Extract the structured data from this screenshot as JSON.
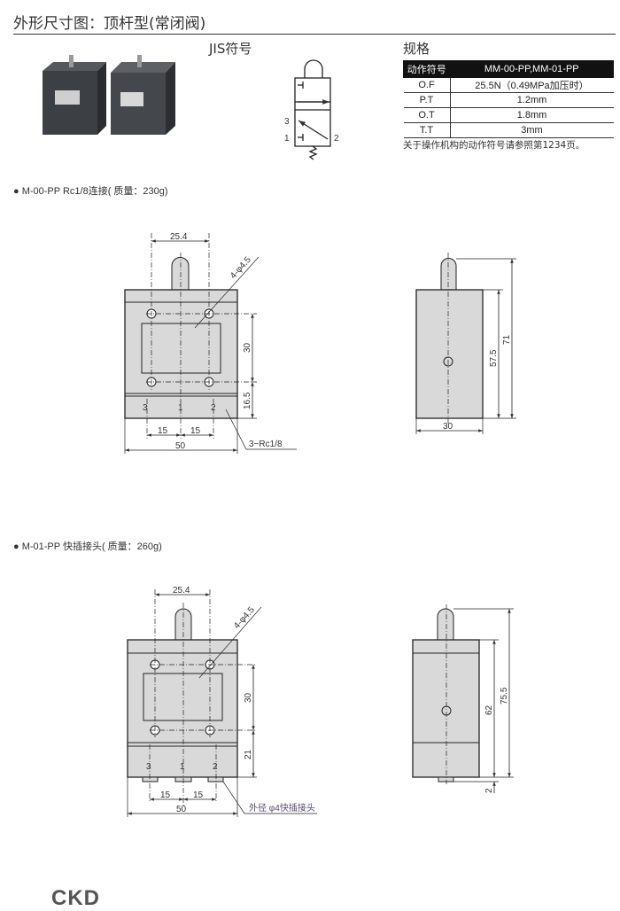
{
  "header": {
    "title": "外形尺寸图：顶杆型(常闭阀)"
  },
  "jis": {
    "title": "JIS符号",
    "port3": "3",
    "port1": "1",
    "port2": "2"
  },
  "spec": {
    "title": "规格",
    "col_key": "动作符号",
    "col_val": "MM-00-PP,MM-01-PP",
    "rows": [
      {
        "k": "O.F",
        "v": "25.5N（0.49MPa加压时）"
      },
      {
        "k": "P.T",
        "v": "1.2mm"
      },
      {
        "k": "O.T",
        "v": "1.8mm"
      },
      {
        "k": "T.T",
        "v": "3mm"
      }
    ],
    "note": "关于操作机构的动作符号请参照第1234页。"
  },
  "section1": {
    "label": "● M-00-PP  Rc1/8连接( 质量：230g)",
    "dims": {
      "pitch": "25.4",
      "holes": "4-φ4.5",
      "v30": "30",
      "v165": "16.5",
      "h15a": "15",
      "h15b": "15",
      "w50": "50",
      "ports": "3−Rc1/8",
      "p3": "3",
      "p1": "1",
      "p2": "2",
      "side_h": "57.5",
      "side_total": "71",
      "side_w": "30"
    }
  },
  "section2": {
    "label": "● M-01-PP  快插接头( 质量：260g)",
    "dims": {
      "pitch": "25.4",
      "holes": "4-φ4.5",
      "v30": "30",
      "v21": "21",
      "h15a": "15",
      "h15b": "15",
      "w50": "50",
      "ports": "外径 φ4快插接头",
      "p3": "3",
      "p1": "1",
      "p2": "2",
      "side_h": "62",
      "side_total": "75.5",
      "side_fit": "2"
    }
  },
  "footer": {
    "logo": "CKD"
  }
}
